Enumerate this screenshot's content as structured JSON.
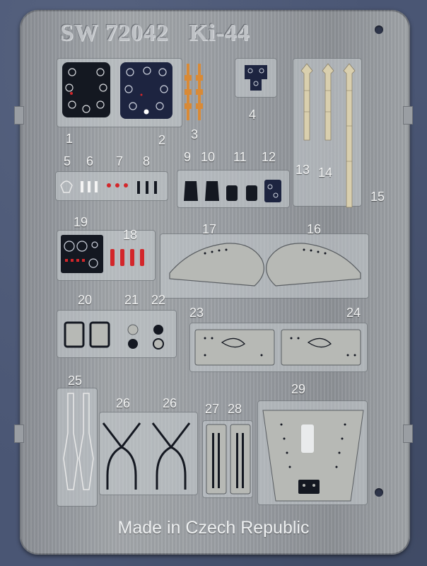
{
  "fret": {
    "title": "SW 72042   Ki-44",
    "footer": "Made in Czech Republic"
  },
  "part_numbers": [
    "1",
    "2",
    "3",
    "4",
    "5",
    "6",
    "7",
    "8",
    "9",
    "10",
    "11",
    "12",
    "13",
    "14",
    "15",
    "16",
    "17",
    "18",
    "19",
    "20",
    "21",
    "22",
    "23",
    "24",
    "25",
    "26",
    "26",
    "27",
    "28",
    "29"
  ],
  "colors": {
    "background": "#4a5674",
    "metal": "#9a9ea3",
    "dark_panel": "#141821",
    "instrument_blue": "#1d2440",
    "red_part": "#d3262a",
    "orange_part": "#d98a36",
    "cream_part": "#d9cfae",
    "grey_part": "#b7b9b5"
  }
}
